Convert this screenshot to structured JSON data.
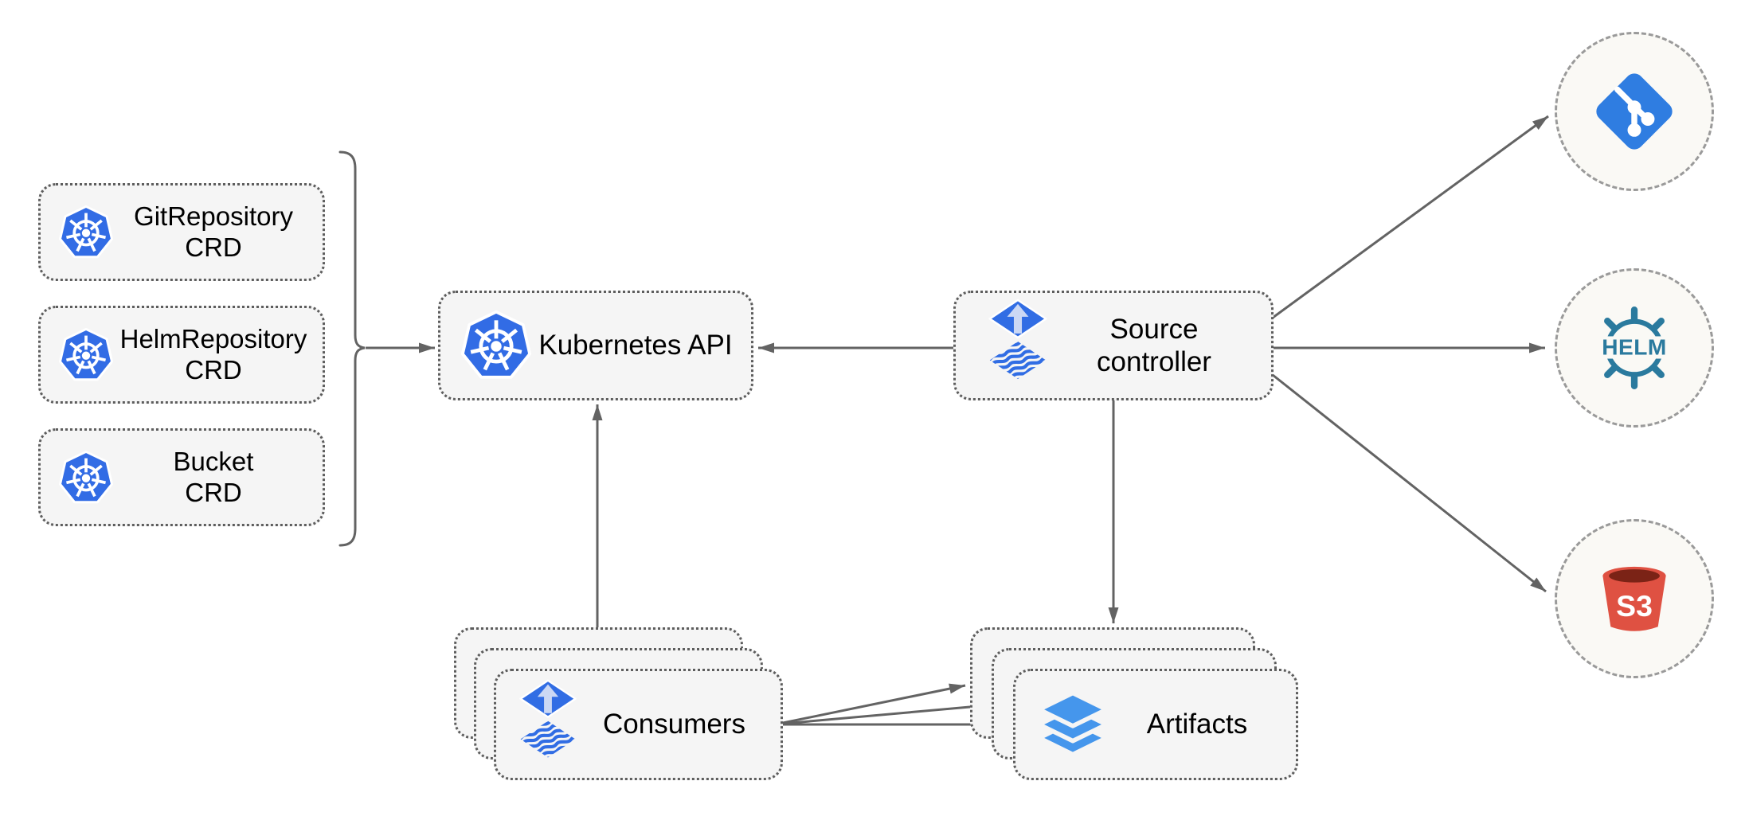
{
  "boxes": {
    "git_crd": {
      "line1": "GitRepository",
      "line2": "CRD",
      "icon": "kubernetes-icon"
    },
    "helm_crd": {
      "line1": "HelmRepository",
      "line2": "CRD",
      "icon": "kubernetes-icon"
    },
    "bucket_crd": {
      "line1": "Bucket",
      "line2": "CRD",
      "icon": "kubernetes-icon"
    },
    "kubernetes_api": {
      "label": "Kubernetes API",
      "icon": "kubernetes-icon"
    },
    "source_controller": {
      "line1": "Source",
      "line2": "controller",
      "icon": "flux-icon"
    },
    "consumers": {
      "label": "Consumers",
      "stacked": 3,
      "icon": "flux-icon"
    },
    "artifacts": {
      "label": "Artifacts",
      "stacked": 3,
      "icon": "layers-icon"
    }
  },
  "external_sources": {
    "git": {
      "icon": "git-icon"
    },
    "helm": {
      "icon": "helm-icon",
      "logo_text": "HELM"
    },
    "s3": {
      "icon": "s3-icon",
      "logo_text": "S3"
    }
  },
  "edges": [
    {
      "from": "crd-group-bracket",
      "to": "kubernetes-api"
    },
    {
      "from": "source-controller",
      "to": "kubernetes-api"
    },
    {
      "from": "consumers",
      "to": "kubernetes-api"
    },
    {
      "from": "source-controller",
      "to": "artifacts"
    },
    {
      "from": "source-controller",
      "to": "git"
    },
    {
      "from": "source-controller",
      "to": "helm"
    },
    {
      "from": "source-controller",
      "to": "s3"
    },
    {
      "from": "consumers",
      "to": "artifacts",
      "count": 3
    }
  ],
  "colors": {
    "background": "#FFFFFF",
    "box_fill": "#F5F5F5",
    "box_border": "#5D5D5D",
    "circle_fill": "#FAF9F5",
    "circle_border": "#9A9A9A",
    "connector": "#636363",
    "kubernetes_blue": "#326CE5",
    "flux_blue": "#316DE4",
    "flux_arrow_light": "#CBD8F4",
    "layers_blue": "#4596EC",
    "git_blue": "#2F7DE1",
    "helm_teal": "#2A7A9E",
    "s3_red": "#DF5142",
    "s3_dark": "#7B2316",
    "text": "#000000"
  }
}
